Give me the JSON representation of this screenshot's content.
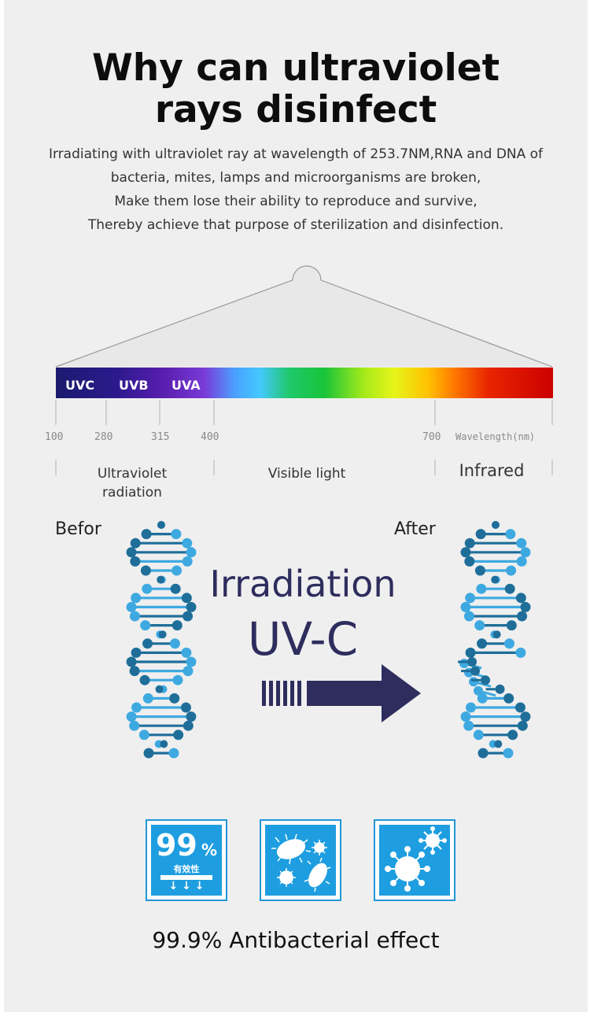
{
  "title": {
    "line1": "Why can ultraviolet",
    "line2": "rays disinfect"
  },
  "description": [
    "Irradiating with ultraviolet ray at wavelength of 253.7NM,RNA and DNA of",
    "bacteria, mites, lamps and microorganisms are broken,",
    "Make them lose their ability to reproduce and survive,",
    "Thereby achieve that purpose of sterilization and disinfection."
  ],
  "spectrum": {
    "band_labels": {
      "uvc": "UVC",
      "uvb": "UVB",
      "uva": "UVA"
    },
    "ticks": [
      "100",
      "280",
      "315",
      "400",
      "700"
    ],
    "axis_label": "Wavelength(nm)",
    "regions": {
      "ultraviolet_1": "Ultraviolet",
      "ultraviolet_2": "radiation",
      "visible": "Visible light",
      "infrared": "Infrared"
    }
  },
  "dna": {
    "before": "Befor",
    "after": "After"
  },
  "irradiation": {
    "line1": "Irradiation",
    "line2": "UV-C"
  },
  "badges": {
    "percent_number": "99",
    "percent_sign": "%",
    "efficacy_text": "有效性",
    "arrows": "↓ ↓ ↓"
  },
  "footer": "99.9% Antibacterial effect",
  "colors": {
    "dna_dark": "#1f6e9a",
    "dna_light": "#3ea9e0",
    "arrow": "#2e2d5e",
    "badge": "#1e9ee0"
  }
}
